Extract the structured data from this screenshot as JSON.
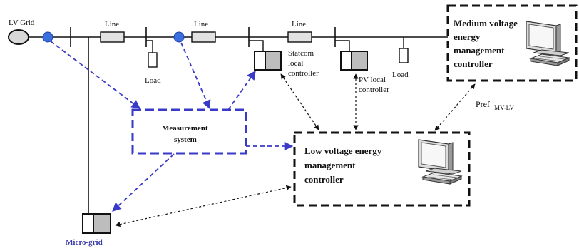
{
  "labels": {
    "lv_grid": "LV Grid",
    "line": "Line",
    "load": "Load",
    "statcom_1": "Statcom",
    "statcom_2": "local",
    "statcom_3": "controller",
    "pv_1": "PV local",
    "pv_2": "controller",
    "mv_1": "Medium voltage",
    "mv_2": "energy",
    "mv_3": "management",
    "mv_4": "controller",
    "pref": "Pref",
    "pref_sub": "MV-LV",
    "meas_1": "Measurement",
    "meas_2": "system",
    "lv_1": "Low voltage energy",
    "lv_2": "management",
    "lv_3": "controller",
    "microgrid": "Micro-grid"
  },
  "colors": {
    "line": "#111111",
    "measurement_blue": "#3a3ac8",
    "node_fill": "#3a6fe0",
    "microgrid_label": "#3a3aa8",
    "device_gray": "#bdbdbd",
    "component_fill": "#e2e2e2"
  },
  "icons": [
    "computer-icon-mv",
    "computer-icon-lv"
  ]
}
